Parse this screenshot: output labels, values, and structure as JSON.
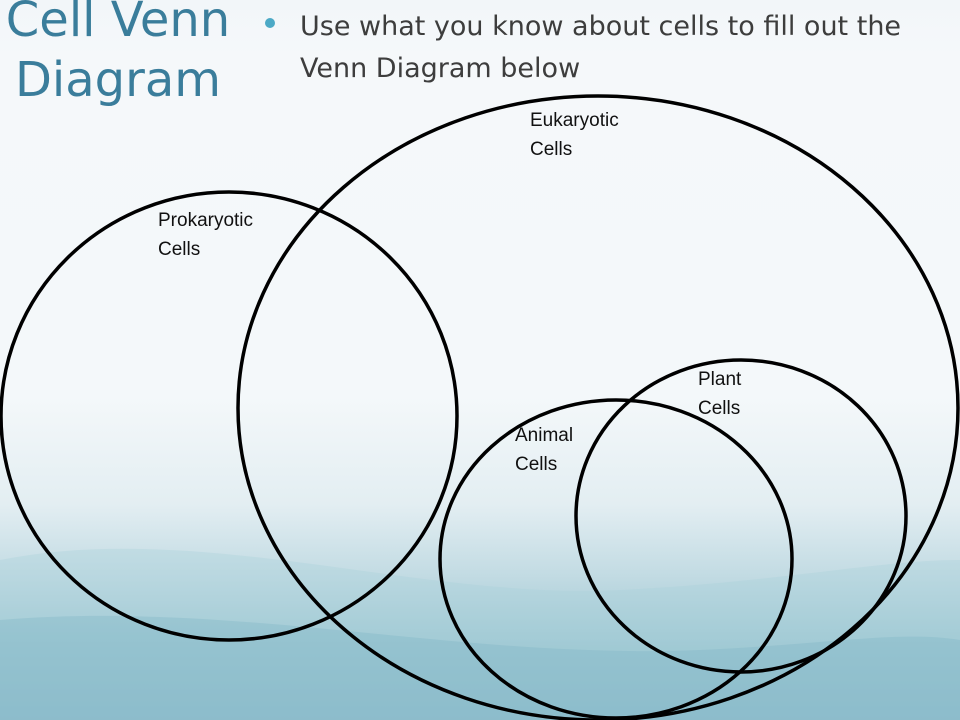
{
  "slide": {
    "title": "Cell Venn Diagram",
    "instructions": "Use what you know about cells to fill out the Venn Diagram below"
  },
  "venn": {
    "sets": [
      {
        "id": "prokaryotic",
        "label_line1": "Prokaryotic",
        "label_line2": "Cells"
      },
      {
        "id": "eukaryotic",
        "label_line1": "Eukaryotic",
        "label_line2": "Cells"
      },
      {
        "id": "animal",
        "label_line1": "Animal",
        "label_line2": "Cells"
      },
      {
        "id": "plant",
        "label_line1": "Plant",
        "label_line2": "Cells"
      }
    ]
  },
  "colors": {
    "title": "#3a7d9b",
    "bullet": "#4ca9c6",
    "body_text": "#3d3d3d",
    "outline": "#000000",
    "background_top": "#f4f8fa",
    "background_bottom": "#8ab9c8"
  }
}
